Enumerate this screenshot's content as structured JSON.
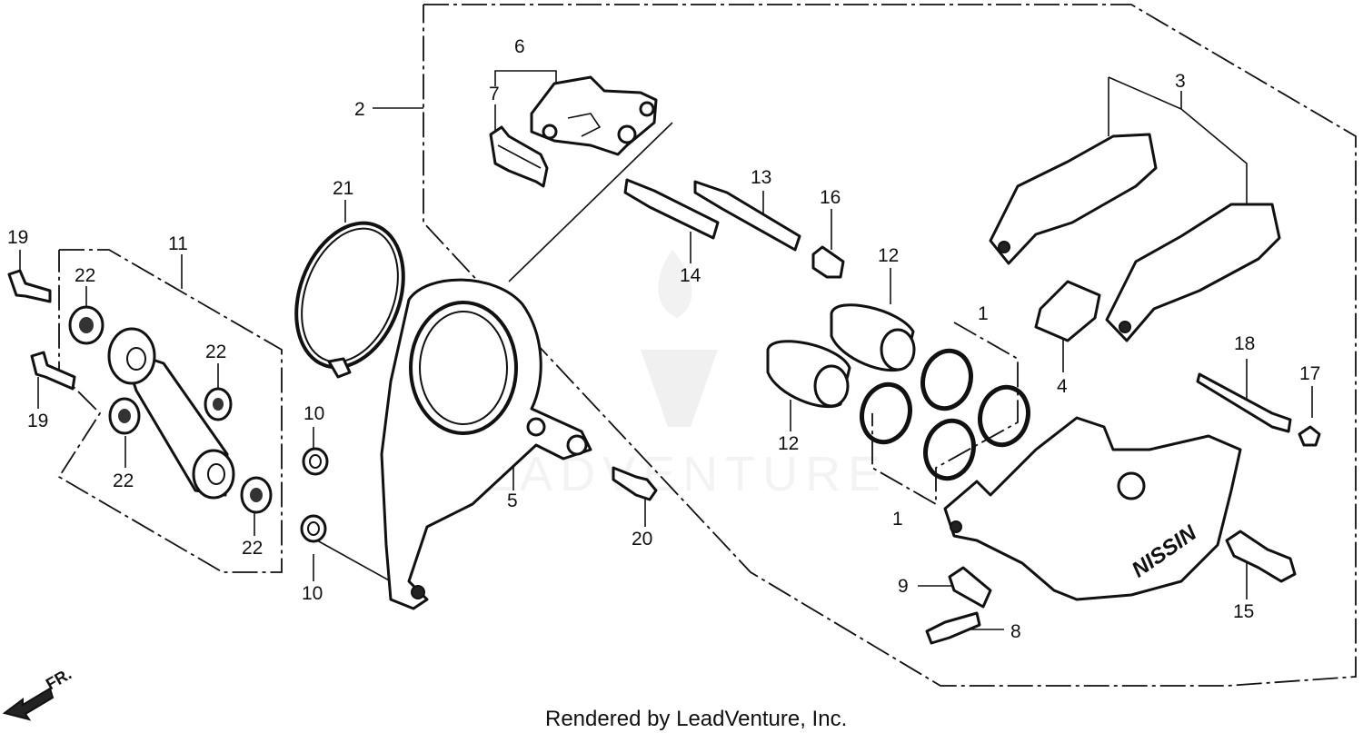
{
  "diagram": {
    "callouts": {
      "n1a": "1",
      "n1b": "1",
      "n2": "2",
      "n3": "3",
      "n4": "4",
      "n5": "5",
      "n6": "6",
      "n7": "7",
      "n8": "8",
      "n9": "9",
      "n10a": "10",
      "n10b": "10",
      "n11": "11",
      "n12a": "12",
      "n12b": "12",
      "n13": "13",
      "n14": "14",
      "n15": "15",
      "n16": "16",
      "n17": "17",
      "n18": "18",
      "n19a": "19",
      "n19b": "19",
      "n20": "20",
      "n21": "21",
      "n22a": "22",
      "n22b": "22",
      "n22c": "22",
      "n22d": "22"
    },
    "direction_label": "FR.",
    "caliper_brand": "NISSIN",
    "watermark": "LEADVENTURE",
    "footer": "Rendered by LeadVenture, Inc."
  }
}
